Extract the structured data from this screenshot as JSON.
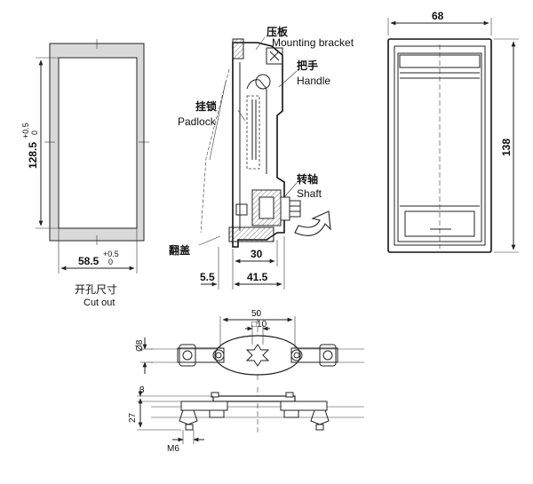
{
  "labels": {
    "mounting_bracket_cn": "压板",
    "mounting_bracket_en": "Mounting bracket",
    "handle_cn": "把手",
    "handle_en": "Handle",
    "padlock_cn": "挂锁",
    "padlock_en": "Padlock",
    "shaft_cn": "转轴",
    "shaft_en": "Shaft",
    "cover_cn": "翻盖",
    "cutout_cn": "开孔尺寸",
    "cutout_en": "Cut out"
  },
  "dimensions": {
    "cutout_height": "128.5",
    "cutout_height_tol": "+0.5",
    "cutout_height_tol2": "0",
    "cutout_width": "58.5",
    "cutout_width_tol": "+0.5",
    "cutout_width_tol2": "0",
    "side_30": "30",
    "side_5_5": "5.5",
    "side_41_5": "41.5",
    "front_width": "68",
    "front_height": "138",
    "bottom_50": "50",
    "bottom_square": "□10",
    "bottom_dia": "Ø8",
    "bottom_3": "3",
    "bottom_27": "27",
    "bottom_m6": "M6"
  },
  "colors": {
    "line": "#222222",
    "frame_fill": "#d9d9d9",
    "background": "#ffffff"
  }
}
